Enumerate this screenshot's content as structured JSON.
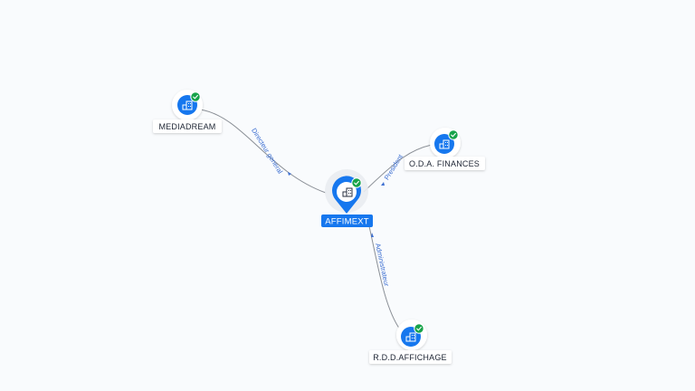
{
  "center": {
    "label": "AFFIMEXT",
    "icon": "building-icon",
    "status_icon": "check-badge-icon"
  },
  "nodes": [
    {
      "id": "mediadream",
      "label": "MEDIADREAM",
      "icon": "building-icon",
      "status_icon": "check-badge-icon"
    },
    {
      "id": "oda-finances",
      "label": "O.D.A. FINANCES",
      "icon": "building-icon",
      "status_icon": "check-badge-icon"
    },
    {
      "id": "rdd-affichage",
      "label": "R.D.D.AFFICHAGE",
      "icon": "building-icon",
      "status_icon": "check-badge-icon"
    }
  ],
  "edges": [
    {
      "from": "mediadream",
      "label": "Directeur general"
    },
    {
      "from": "oda-finances",
      "label": "President"
    },
    {
      "from": "rdd-affichage",
      "label": "Administrateur"
    }
  ],
  "colors": {
    "accent": "#1677ee",
    "check": "#17a34a",
    "edge_label": "#3d6fd1",
    "background": "#f9fbfd"
  }
}
